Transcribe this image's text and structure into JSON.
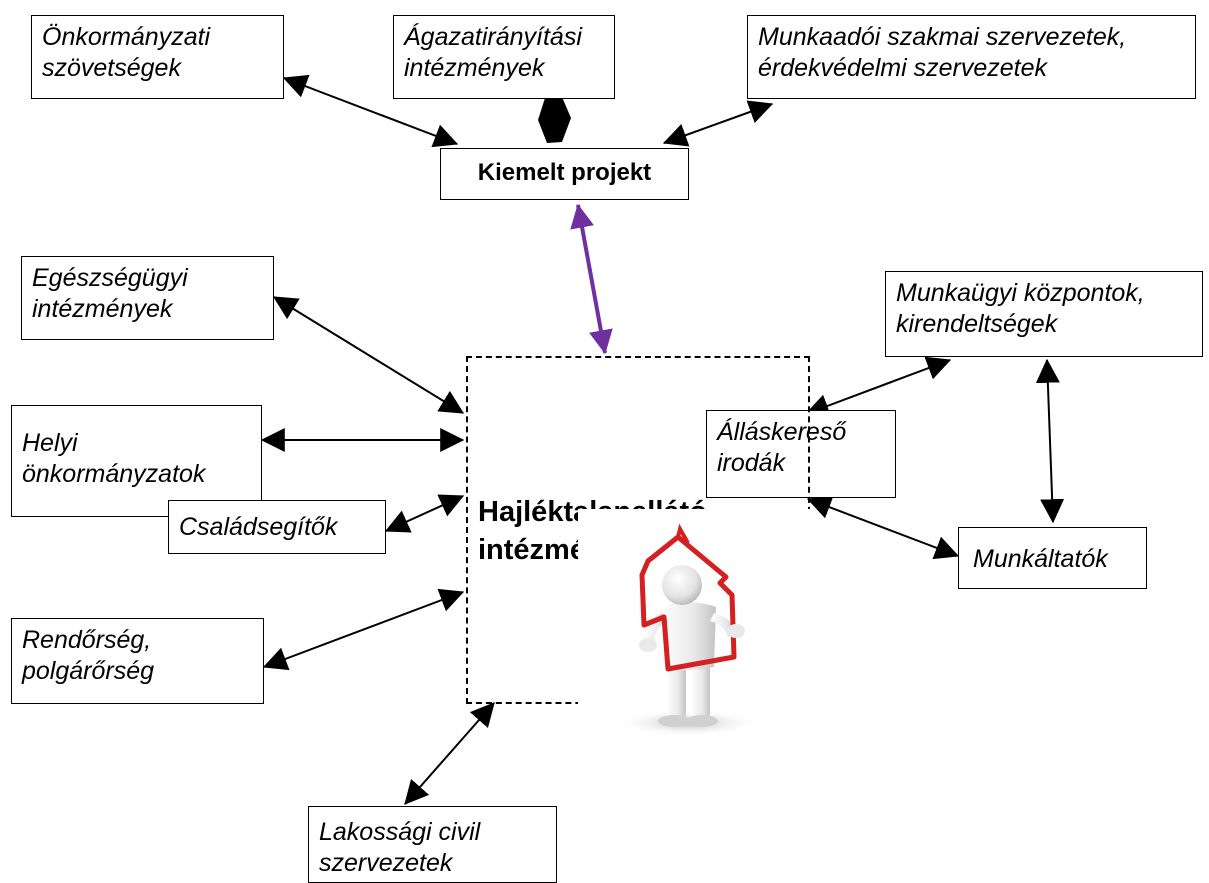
{
  "nodes": {
    "local_gov_associations": "Önkormányzati\nszövetségek",
    "sector_institutions": "Ágazatirányítási\nintézmények",
    "employer_organizations": "Munkaadói szakmai szervezetek,\nérdekvédelmi szervezetek",
    "priority_project": "Kiemelt projekt",
    "health_institutions": "Egészségügyi\nintézmények",
    "employment_centers": "Munkaügyi központok,\nkirendeltségek",
    "local_governments": "Helyi\nönkormányzatok",
    "family_support": "Családsegítők",
    "job_search_offices": "Álláskereső\nirodák",
    "employers": "Munkáltatók",
    "police": "Rendőrség,\npolgárőrség",
    "civil_organizations": "Lakossági civil\nszervezetek",
    "homeless_care_institution": "Hajléktalanellátó\nintézmények"
  },
  "colors": {
    "line": "#000000",
    "project_link": "#7030a0",
    "house_outline": "#d42020",
    "figure": "#e6e6e6"
  },
  "icons": [
    "person-holding-house-icon"
  ]
}
